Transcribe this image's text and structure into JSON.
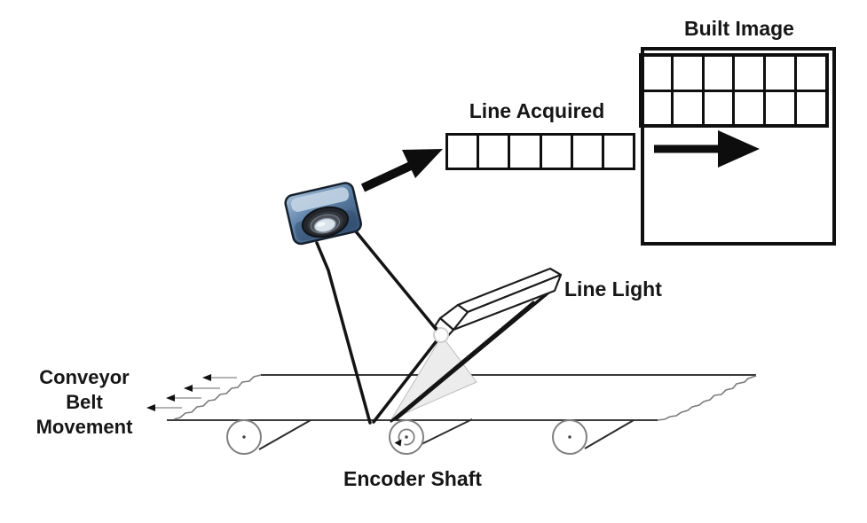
{
  "labels": {
    "built_image": "Built Image",
    "line_acquired": "Line Acquired",
    "line_light": "Line Light",
    "conveyor_belt_movement": "Conveyor\nBelt\nMovement",
    "encoder_shaft": "Encoder Shaft"
  },
  "line_acquired_strip": {
    "cells": 6
  },
  "built_image_box": {
    "grid_rows": 2,
    "grid_cols": 6
  },
  "conveyor": {
    "rollers": 3,
    "movement_arrow_count": 4,
    "movement_direction": "left",
    "encoder_rotation": "counterclockwise"
  },
  "icons": {
    "camera_to_strip_arrow": "thick-arrow-up-right",
    "build_direction_arrow": "thick-arrow-right",
    "movement_arrow": "small-arrow-left",
    "encoder_rotation_arrow": "arc-arrow-counterclockwise"
  },
  "colors": {
    "background": "#ffffff",
    "line_art": "#111111",
    "belt_edge": "#3a3a3a",
    "jagged_edge": "#7d7d7d",
    "roller_stroke": "#808080",
    "light_sheet_fill": "#ececec",
    "camera_body_light": "#a9c2da",
    "camera_body_dark": "#3a587c",
    "lens_dark": "#23262c",
    "lens_glass": "#d9e3eb"
  }
}
